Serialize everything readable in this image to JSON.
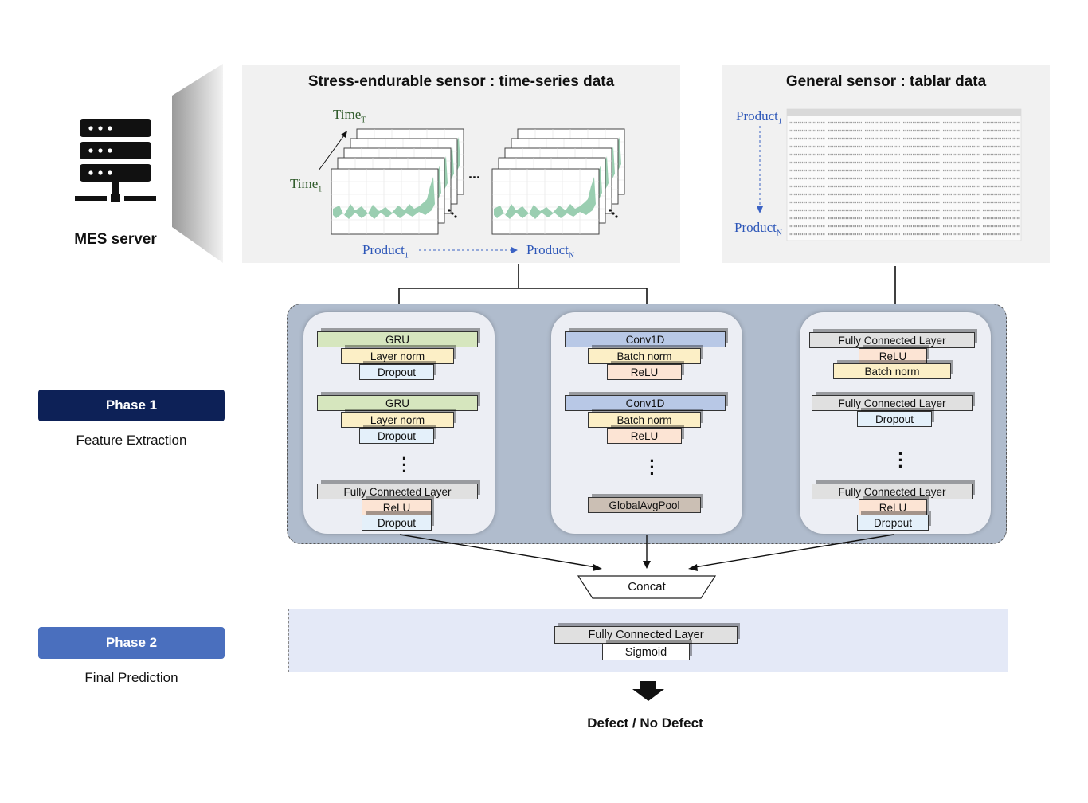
{
  "server": {
    "label": "MES server",
    "icon": "server-icon"
  },
  "panels": {
    "timeseries": {
      "title": "Stress-endurable sensor : time-series data",
      "time_T": "Time",
      "time_T_sub": "T",
      "time_1": "Time",
      "time_1_sub": "1",
      "product_1": "Product",
      "product_1_sub": "1",
      "product_N": "Product",
      "product_N_sub": "N",
      "ellipsis": "..."
    },
    "tabular": {
      "title": "General sensor : tablar data",
      "product_1": "Product",
      "product_1_sub": "1",
      "product_N": "Product",
      "product_N_sub": "N"
    }
  },
  "phases": [
    {
      "label": "Phase 1",
      "caption": "Feature Extraction",
      "color": "#0d2157"
    },
    {
      "label": "Phase 2",
      "caption": "Final Prediction",
      "color": "#4a6fbe"
    }
  ],
  "branches": {
    "gru": {
      "block1": [
        "GRU",
        "Layer norm",
        "Dropout"
      ],
      "block2": [
        "GRU",
        "Layer norm",
        "Dropout"
      ],
      "final": [
        "Fully Connected Layer",
        "ReLU",
        "Dropout"
      ]
    },
    "cnn": {
      "block1": [
        "Conv1D",
        "Batch norm",
        "ReLU"
      ],
      "block2": [
        "Conv1D",
        "Batch norm",
        "ReLU"
      ],
      "pool": "GlobalAvgPool"
    },
    "mlp": {
      "block1": [
        "Fully Connected Layer",
        "ReLU",
        "Batch norm"
      ],
      "block2": [
        "Fully Connected Layer",
        "Dropout"
      ],
      "final": [
        "Fully Connected Layer",
        "ReLU",
        "Dropout"
      ]
    }
  },
  "concat": "Concat",
  "prediction": [
    "Fully Connected Layer",
    "Sigmoid"
  ],
  "output": "Defect / No Defect",
  "colors": {
    "feature_area": "#b0bccd",
    "prediction_area": "#e4e9f7",
    "gru": "#d6e6be",
    "norm": "#fcefc6",
    "dropout": "#e4f0fa",
    "relu": "#fce4d4",
    "fc": "#e0e0e0",
    "conv": "#b8c8e6",
    "pool": "#cbbfb4",
    "chart_series": "#8fc9a8"
  }
}
